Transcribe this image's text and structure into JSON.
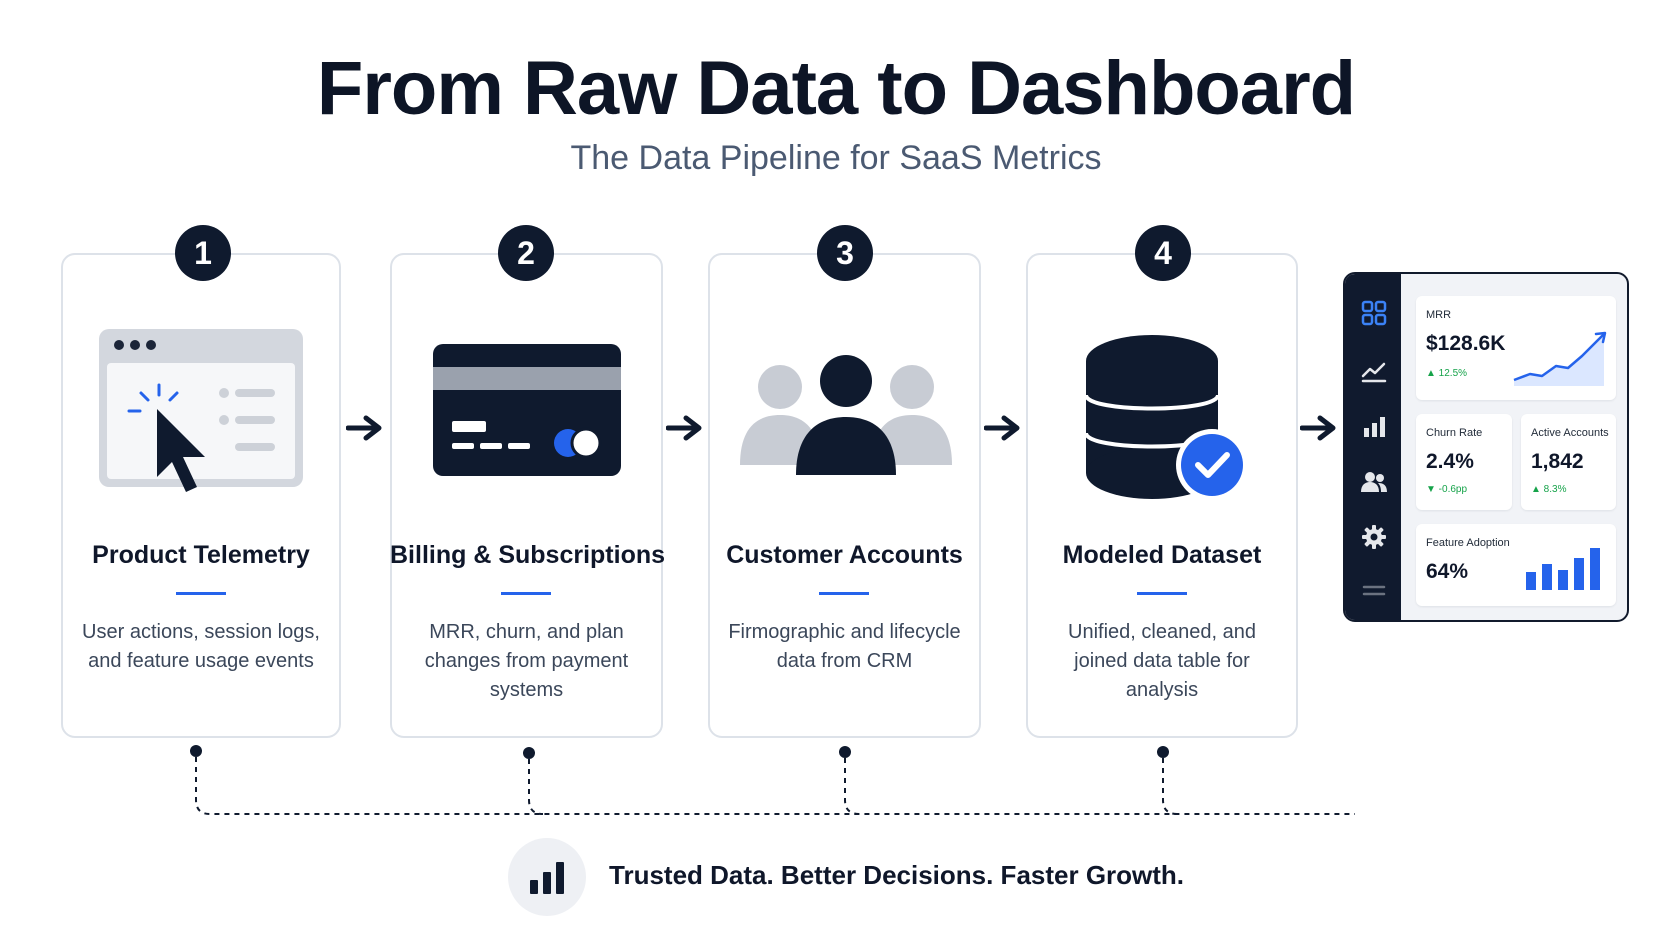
{
  "header": {
    "title": "From Raw Data to Dashboard",
    "subtitle": "The Data Pipeline for SaaS Metrics"
  },
  "steps": [
    {
      "number": "1",
      "title": "Product Telemetry",
      "desc_lines": [
        "User actions, session logs,",
        "and feature usage events"
      ],
      "icon": "browser-cursor-icon"
    },
    {
      "number": "2",
      "title": "Billing & Subscriptions",
      "desc_lines": [
        "MRR, churn, and plan",
        "changes from payment",
        "systems"
      ],
      "icon": "credit-card-icon"
    },
    {
      "number": "3",
      "title": "Customer Accounts",
      "desc_lines": [
        "Firmographic and lifecycle",
        "data from CRM"
      ],
      "icon": "users-icon"
    },
    {
      "number": "4",
      "title": "Modeled Dataset",
      "desc_lines": [
        "Unified, cleaned, and",
        "joined data table for",
        "analysis"
      ],
      "icon": "database-check-icon"
    }
  ],
  "dashboard": {
    "sidebar_icons": [
      "grid-icon",
      "line-chart-icon",
      "bar-chart-icon",
      "users-icon",
      "gear-icon",
      "menu-icon"
    ],
    "mrr": {
      "label": "MRR",
      "value": "$128.6K",
      "delta": "▲ 12.5%"
    },
    "churn": {
      "label": "Churn Rate",
      "value": "2.4%",
      "delta": "▼ -0.6pp"
    },
    "accounts": {
      "label": "Active Accounts",
      "value": "1,842",
      "delta": "▲ 8.3%"
    },
    "adoption": {
      "label": "Feature Adoption",
      "value": "64%"
    }
  },
  "footer": {
    "tagline": "Trusted Data. Better Decisions. Faster Growth.",
    "icon": "bar-chart-icon"
  },
  "colors": {
    "navy": "#0f1a2e",
    "accent_blue": "#2563eb",
    "positive_green": "#16a34a",
    "muted_gray": "#c8ccd4"
  }
}
